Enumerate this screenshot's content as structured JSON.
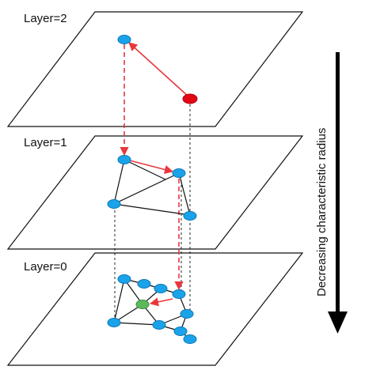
{
  "layers": [
    {
      "label": "Layer=2"
    },
    {
      "label": "Layer=1"
    },
    {
      "label": "Layer=0"
    }
  ],
  "axis_label": "Decreasing characteristic radius",
  "colors": {
    "node": "#1aa3e8",
    "node_stroke": "#0b78b8",
    "entry_point": "#e30613",
    "target": "#5cb85c",
    "search_path": "#e8383d",
    "edge": "#111111",
    "plane": "#111111"
  }
}
